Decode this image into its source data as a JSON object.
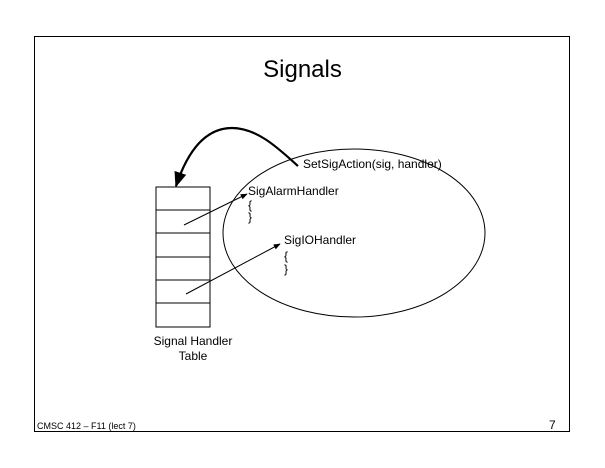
{
  "slide": {
    "title": "Signals",
    "footer_left": "CMSC 412 – F11  (lect 7)",
    "page_number": "7"
  },
  "diagram": {
    "call_label": "SetSigAction(sig, handler)",
    "handler1": {
      "name": "SigAlarmHandler",
      "open_brace": "{",
      "close_brace": "}"
    },
    "handler2": {
      "name": "SigIOHandler",
      "open_brace": "{",
      "close_brace": "}"
    },
    "table_caption_line1": "Signal Handler",
    "table_caption_line2": "Table"
  }
}
